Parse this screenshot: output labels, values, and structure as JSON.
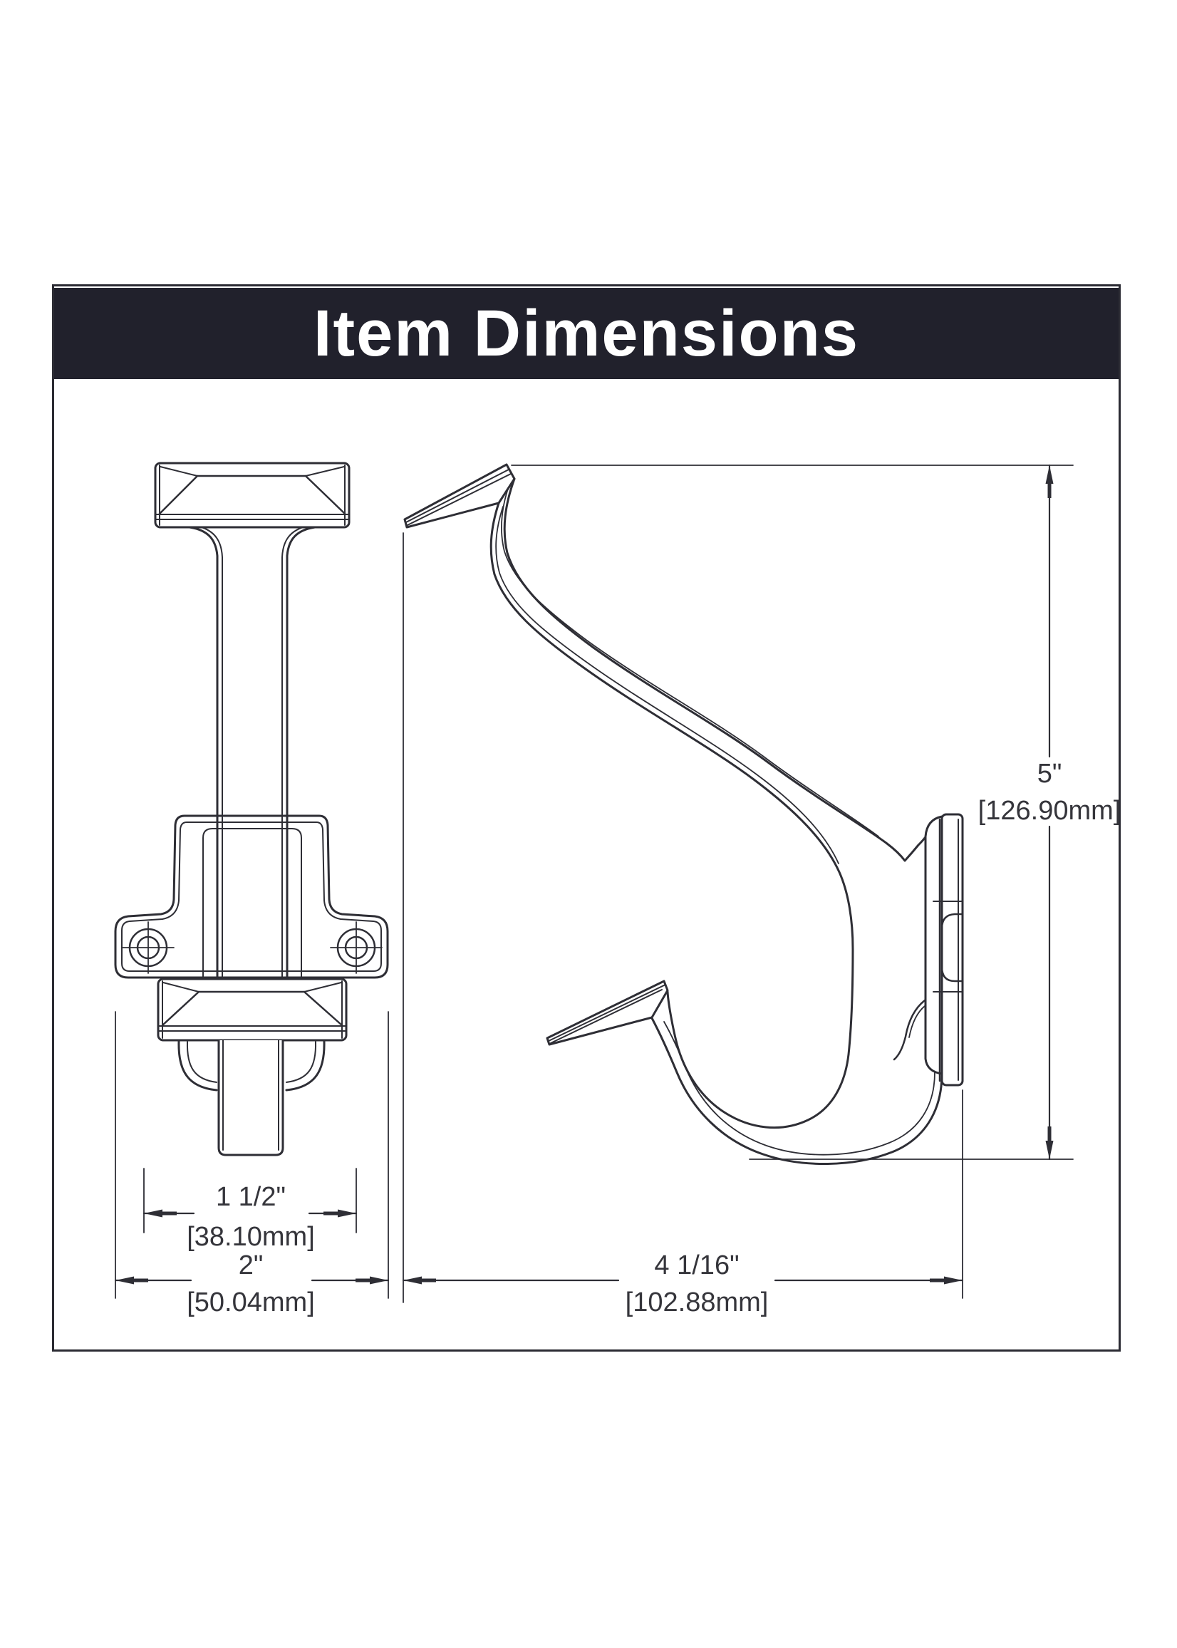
{
  "page": {
    "background": "#ffffff",
    "border_color": "#2b2b33"
  },
  "header": {
    "title": "Item Dimensions",
    "background": "#21212c",
    "text_color": "#ffffff"
  },
  "drawing": {
    "line_color": "#2e2e35",
    "text_color": "#35353b",
    "views": [
      "front view of hook",
      "side view of hook"
    ]
  },
  "dimensions": {
    "inner_width": {
      "inches": "1 1/2\"",
      "mm": "[38.10mm]"
    },
    "outer_width": {
      "inches": "2\"",
      "mm": "[50.04mm]"
    },
    "projection": {
      "inches": "4 1/16\"",
      "mm": "[102.88mm]"
    },
    "height": {
      "inches": "5\"",
      "mm": "[126.90mm]"
    }
  }
}
